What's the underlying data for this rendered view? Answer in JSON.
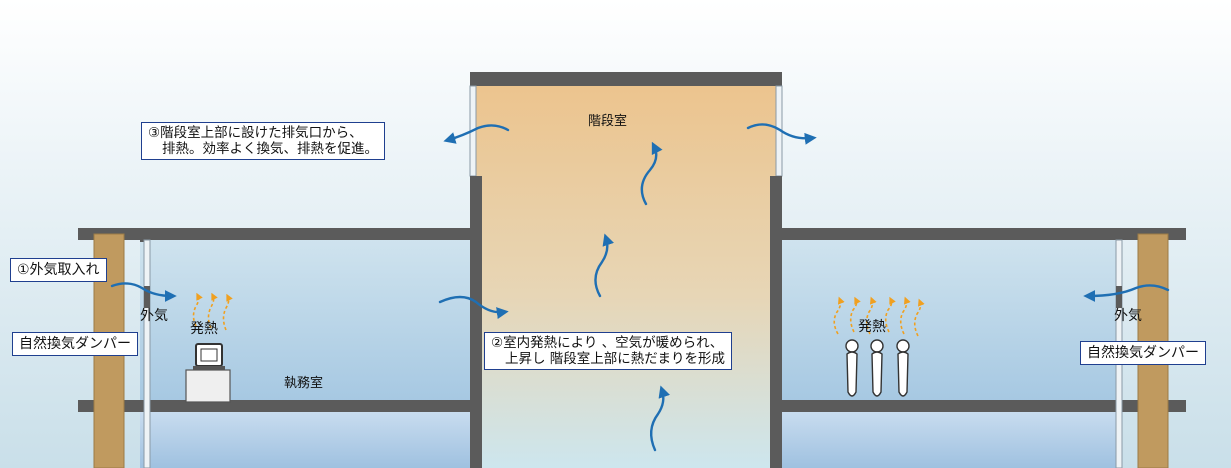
{
  "rooms": {
    "stairwell": "階段室",
    "office": "執務室"
  },
  "labels": {
    "outside_air_left": "外気",
    "outside_air_right": "外気",
    "heat_left": "発熱",
    "heat_right": "発熱",
    "damper_left": "自然換気ダンパー",
    "damper_right": "自然換気ダンパー",
    "intake": "①外気取入れ"
  },
  "callouts": {
    "exhaust": [
      "③階段室上部に設けた排気口から、",
      "排熱。効率よく換気、排熱を促進。"
    ],
    "heat_rise": [
      "②室内発熱により 、空気が暖められ、",
      "上昇し 階段室上部に熱だまりを形成"
    ]
  },
  "colors": {
    "sky_top": "#ffffff",
    "sky_bottom": "#c7dde9",
    "stair_top": "#ecc793",
    "stair_bottom": "#cde6ee",
    "floor_blue_top": "#d5e7f1",
    "floor_blue_bottom": "#9ec2e0",
    "slab": "#5b5b5b",
    "wood_column": "#c09a5f",
    "airflow_arrow": "#1f6fb3",
    "heat_arrow": "#f0a020",
    "box_border": "#1f3f8f"
  }
}
